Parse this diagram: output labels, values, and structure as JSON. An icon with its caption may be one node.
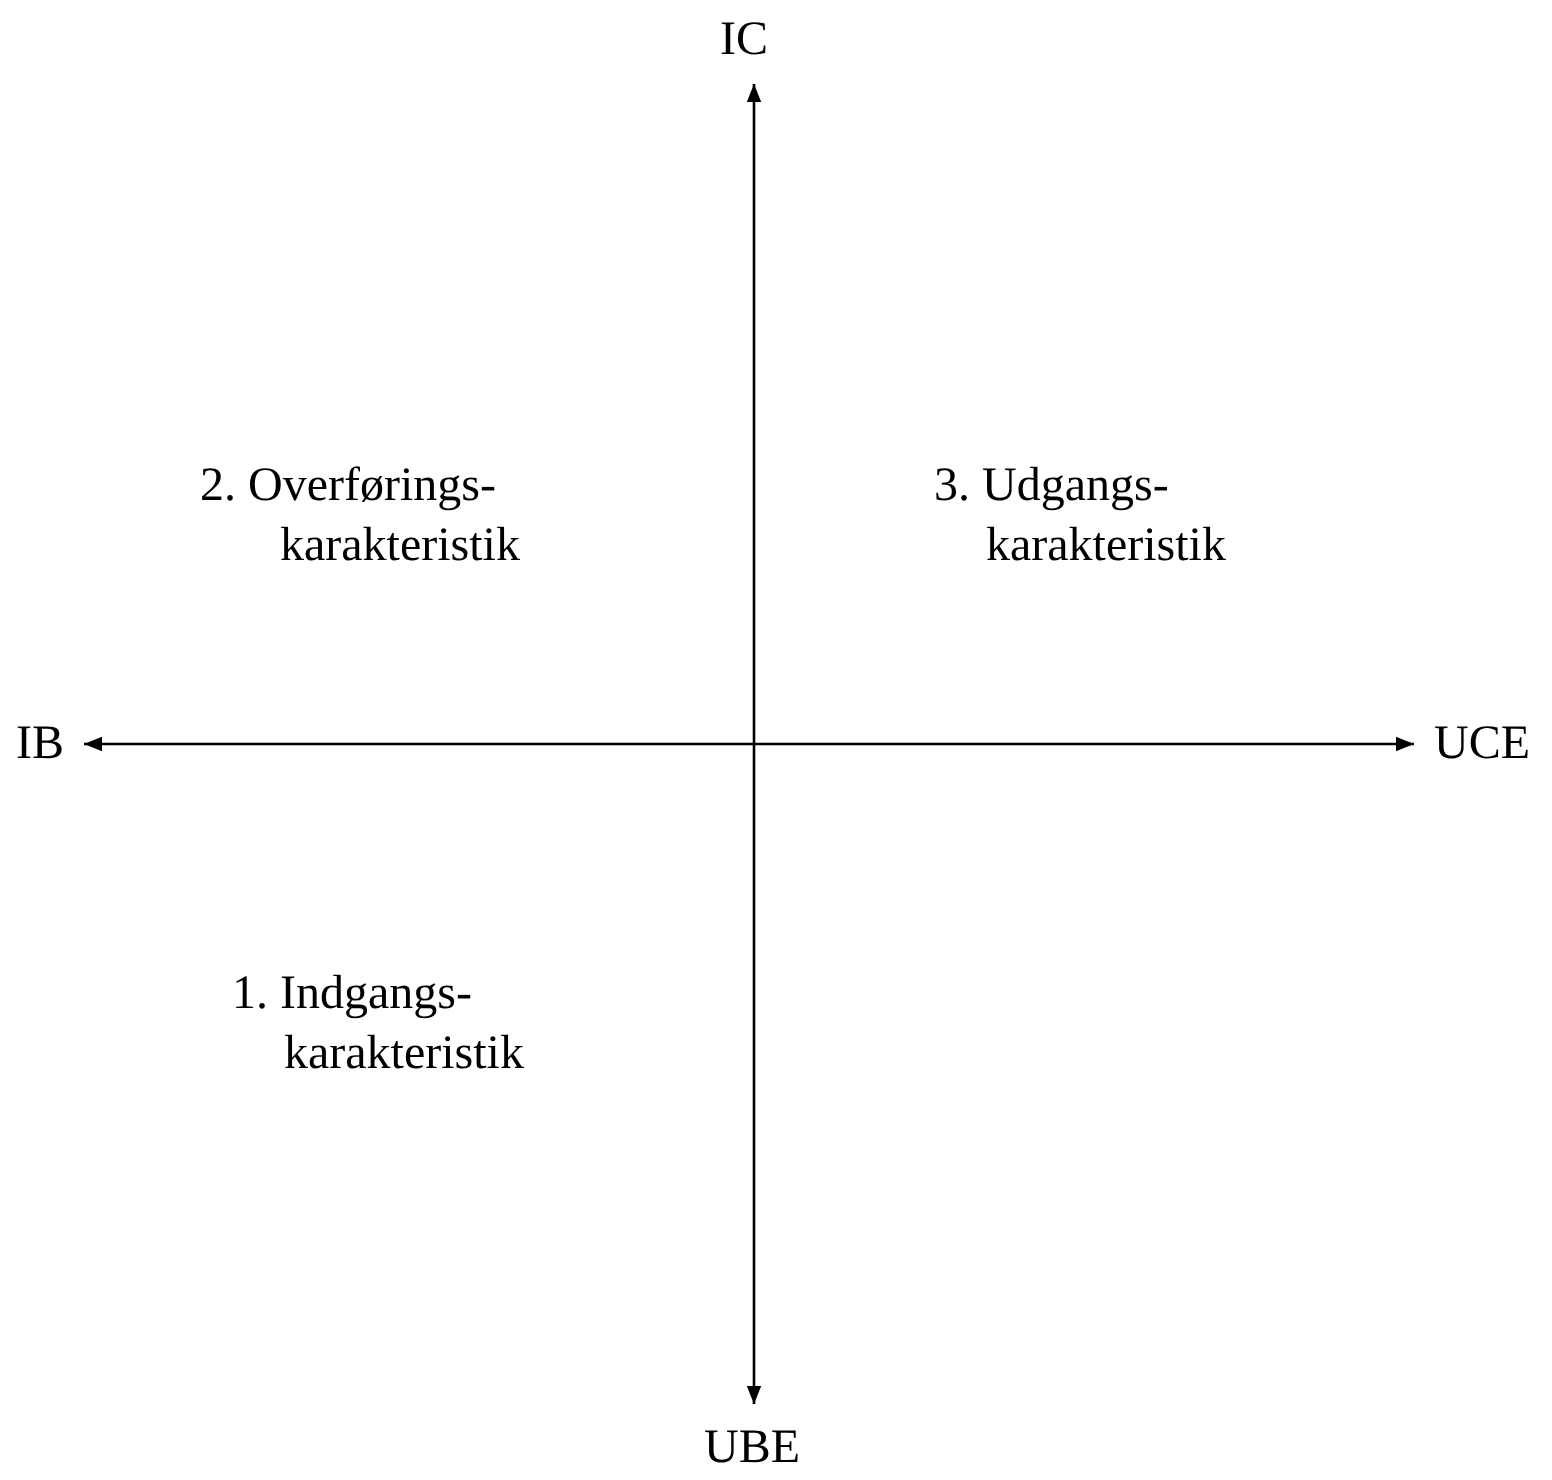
{
  "diagram": {
    "labels": [
      "IC",
      "IB",
      "UCE",
      "UBE",
      "2. Overførings- karakteristik",
      "3. Udgangs- karakteristik",
      "1. Indgangs- karakteristik"
    ]
  }
}
